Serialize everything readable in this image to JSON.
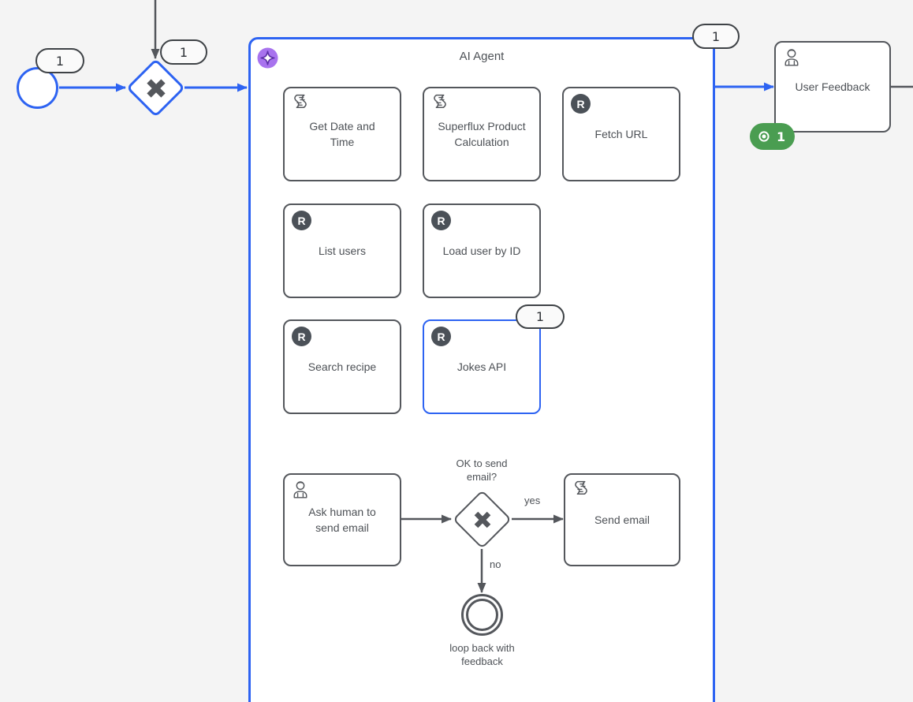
{
  "colors": {
    "accent_blue": "#2d63f2",
    "stroke_dark": "#54575c",
    "badge_green": "#4a9d51",
    "marker_purple": "#a873ee",
    "canvas_background": "#f4f4f4"
  },
  "container": {
    "title": "AI Agent",
    "badge": "1"
  },
  "start_event": {
    "badge": "1"
  },
  "main_gateway": {
    "badge": "1"
  },
  "tasks": [
    {
      "label": "Get Date and Time",
      "type": "script"
    },
    {
      "label": "Superflux Product Calculation",
      "type": "script"
    },
    {
      "label": "Fetch URL",
      "type": "rest"
    },
    {
      "label": "List users",
      "type": "rest"
    },
    {
      "label": "Load user by ID",
      "type": "rest"
    },
    {
      "label": "Search recipe",
      "type": "rest"
    },
    {
      "label": "Jokes API",
      "type": "rest",
      "badge": "1"
    },
    {
      "label": "Ask human to send email",
      "type": "user"
    },
    {
      "label": "Send email",
      "type": "script"
    }
  ],
  "decision_gateway": {
    "label": "OK to send email?",
    "yes_label": "yes",
    "no_label": "no"
  },
  "loop_event": {
    "label": "loop back with feedback"
  },
  "user_feedback_task": {
    "label": "User Feedback",
    "badge": "1"
  },
  "icons": {
    "rest_letter": "R"
  }
}
